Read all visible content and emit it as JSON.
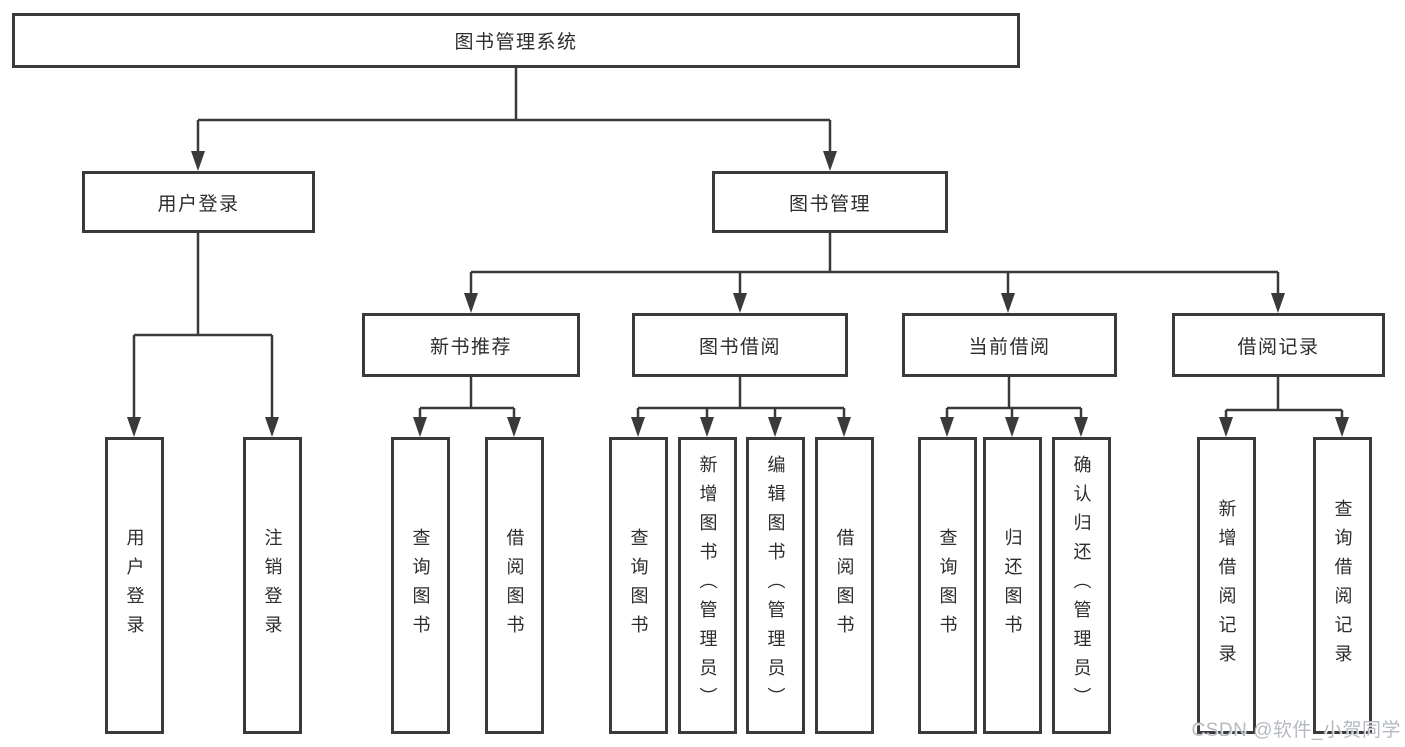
{
  "title": "图书管理系统",
  "watermark": "CSDN @软件_小贺同学",
  "colors": {
    "line": "#3a3a3a",
    "box_border": "#3a3a3a",
    "box_fill": "#ffffff",
    "text": "#2d2d2d",
    "watermark": "#b5bac0"
  },
  "tree": {
    "root": "图书管理系统",
    "branches": {
      "user_login": {
        "label": "用户登录",
        "children": {
          "login": "用户登录",
          "logout": "注销登录"
        }
      },
      "book_mgmt": {
        "label": "图书管理",
        "children": {
          "new_book_rec": {
            "label": "新书推荐",
            "children": {
              "query_books": "查询图书",
              "borrow_books": "借阅图书"
            }
          },
          "book_borrow": {
            "label": "图书借阅",
            "children": {
              "query_books": "查询图书",
              "add_books_admin": "新增图书（管理员）",
              "edit_books_admin": "编辑图书（管理员）",
              "borrow_books": "借阅图书"
            }
          },
          "current_borrow": {
            "label": "当前借阅",
            "children": {
              "query_books": "查询图书",
              "return_books": "归还图书",
              "confirm_return_admin": "确认归还（管理员）"
            }
          },
          "borrow_records": {
            "label": "借阅记录",
            "children": {
              "add_record": "新增借阅记录",
              "query_record": "查询借阅记录"
            }
          }
        }
      }
    }
  }
}
